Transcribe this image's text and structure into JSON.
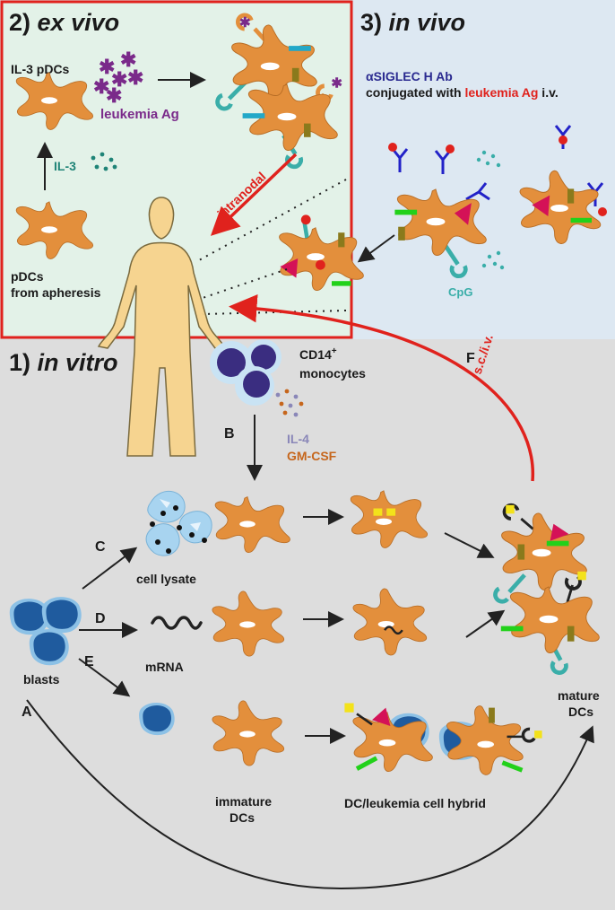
{
  "panels": {
    "ex_vivo": {
      "number": "2)",
      "title": "ex vivo",
      "il3_pdcs": "IL-3 pDCs",
      "leukemia_ag": "leukemia Ag",
      "il3": "IL-3",
      "pdcs_line1": "pDCs",
      "pdcs_line2": "from apheresis",
      "route": "intranodal"
    },
    "in_vivo": {
      "number": "3)",
      "title": "in vivo",
      "antibody_line1": "αSIGLEC H Ab",
      "antibody_line2_a": "conjugated with ",
      "antibody_line2_b": "leukemia Ag",
      "antibody_line2_c": " i.v.",
      "cpg": "CpG"
    },
    "in_vitro": {
      "number": "1)",
      "title": "in vitro",
      "monocytes_line1": "CD14",
      "monocytes_sup": "+",
      "monocytes_line2": "monocytes",
      "il4": "IL-4",
      "gmcsf": "GM-CSF",
      "cell_lysate": "cell lysate",
      "mrna": "mRNA",
      "blasts": "blasts",
      "immature_line1": "immature",
      "immature_line2": "DCs",
      "hybrid": "DC/leukemia cell hybrid",
      "mature_line1": "mature",
      "mature_line2": "DCs",
      "route": "s.c./i.v."
    }
  },
  "step_labels": {
    "a": "A",
    "b": "B",
    "c": "C",
    "d": "D",
    "e": "E",
    "f": "F"
  },
  "colors": {
    "ex_vivo_bg": "#e3f2e8",
    "ex_vivo_border": "#e0221d",
    "in_vivo_bg": "#dde8f2",
    "in_vitro_bg": "#dddddd",
    "cell": "#e38f3c",
    "cell_stroke": "#b86d25",
    "human": "#f6d490",
    "red": "#e0221d",
    "purple_ag": "#7a2a8a",
    "teal": "#3aaea9",
    "il3_teal": "#1f8477",
    "antibody_blue": "#2222c8",
    "blast": "#1f5b9e",
    "blast_halo": "#8cc1e6",
    "monocyte": "#3a2d80",
    "il4": "#8a87b8",
    "gmcsf": "#c6661c",
    "mhc_yellow": "#f3e21a",
    "green_bar": "#22d11a",
    "olive_bar": "#8a7a1c",
    "magenta": "#d41257"
  }
}
